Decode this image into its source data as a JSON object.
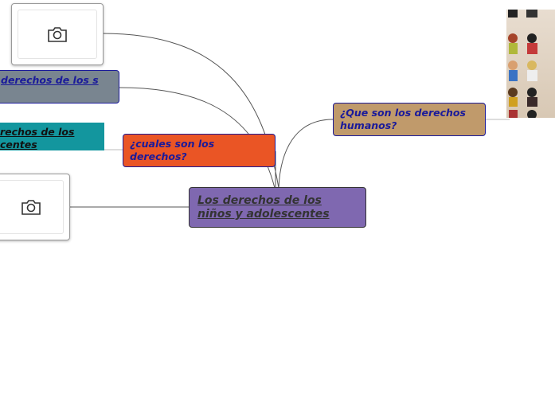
{
  "central": {
    "label": "Los derechos de los niños y adolescentes",
    "color": "#7f68b0"
  },
  "nodes": [
    {
      "label": "¿cuales son los derechos?",
      "color": "#ea5525"
    },
    {
      "label": "¿Que son los derechos humanos?",
      "color": "#c09a6b"
    },
    {
      "label": "derechos de los s",
      "color": "#798590"
    },
    {
      "label": "rechos de los centes",
      "color": "#13969e"
    }
  ],
  "icons": {
    "image_placeholder": "camera-icon"
  }
}
